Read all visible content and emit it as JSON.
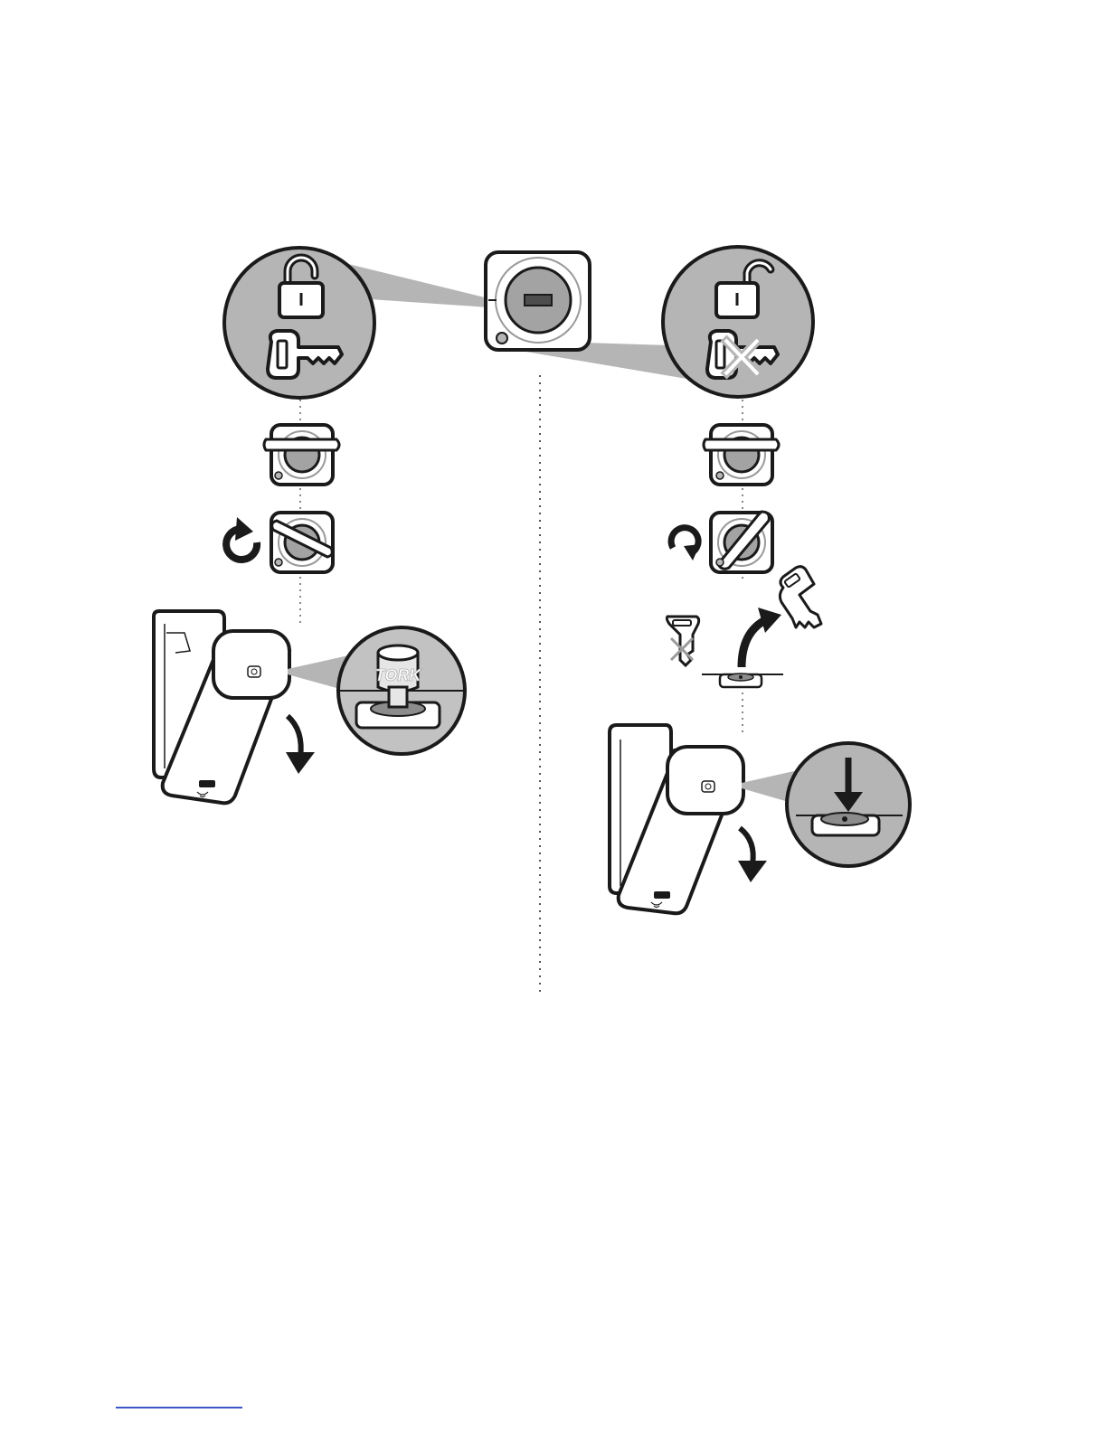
{
  "diagram": {
    "brand_logo_text": "TORK",
    "colors": {
      "ink": "#1a1a1a",
      "callout_fill": "#b5b5b5",
      "callout_fill_light": "#c2c2c2",
      "lock_fill": "#a3a3a3",
      "paper": "#ffffff",
      "divider": "#555555",
      "footer_link": "#3d57c9"
    },
    "left_sequence": {
      "icons": [
        "padlock-open-icon",
        "key-icon"
      ],
      "steps": [
        "insert-key",
        "turn-key-clockwise",
        "open-cover"
      ]
    },
    "right_sequence": {
      "icons": [
        "padlock-open-icon",
        "key-crossed-icon"
      ],
      "steps": [
        "insert-key",
        "turn-key-counterclockwise",
        "remove-key",
        "press-push-button",
        "open-cover"
      ]
    }
  }
}
